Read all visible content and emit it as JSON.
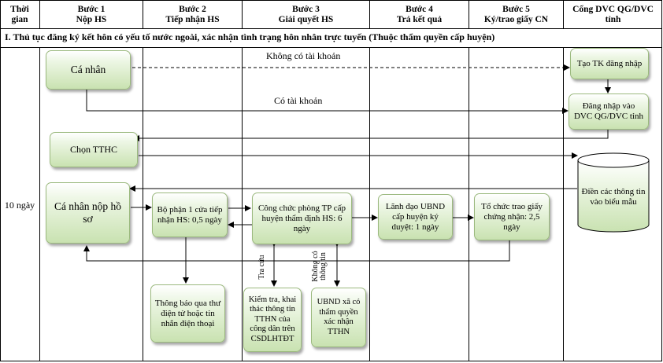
{
  "header": {
    "time_col": [
      "Thời",
      "gian"
    ],
    "steps": [
      [
        "Bước 1",
        "Nộp HS"
      ],
      [
        "Bước 2",
        "Tiếp nhận HS"
      ],
      [
        "Bước 3",
        "Giải quyết HS"
      ],
      [
        "Bước 4",
        "Trả kết quả"
      ],
      [
        "Bước 5",
        "Ký/trao giấy CN"
      ],
      [
        "Cổng DVC QG/DVC",
        "tỉnh"
      ]
    ]
  },
  "section_title": "I.  Thủ tục đăng ký kết hôn có yếu tố nước ngoài, xác nhận tình trạng hôn nhân trực tuyến (Thuộc thẩm quyền cấp huyện)",
  "time_value": "10 ngày",
  "boxes": {
    "ca_nhan": "Cá nhân",
    "tao_tk": "Tạo TK đăng nhập",
    "dang_nhap": "Đăng nhập vào DVC QG/DVC tỉnh",
    "chon_tthc": "Chọn TTHC",
    "dien_cac": "Điền các thông tin vào biểu mẫu",
    "ca_nhan_nop": "Cá nhân nộp hồ sơ",
    "bo_phan": "Bộ phận 1 cửa tiếp nhận HS: 0,5 ngày",
    "cong_chuc": "Công chức phòng TP cấp huyện thẩm định HS: 6 ngày",
    "lanh_dao": "Lãnh đạo UBND cấp huyện ký duyệt: 1 ngày",
    "to_chuc": "Tổ chức trao giấy chứng nhận: 2,5 ngày",
    "thong_bao": "Thông báo qua thư điện tử hoặc tin nhắn điện thoại",
    "kiem_tra": "Kiểm tra, khai thác thông tin TTHN của công dân trên CSDLHTĐT",
    "ubnd_xa": "UBND xã có thẩm quyền xác nhận TTHN"
  },
  "labels": {
    "khong_tk": "Không có tài khoản",
    "co_tk": "Có tài khoản",
    "tra_cuu": "Tra cứu",
    "khong_co_tt": [
      "Không có",
      "thông tin"
    ]
  }
}
